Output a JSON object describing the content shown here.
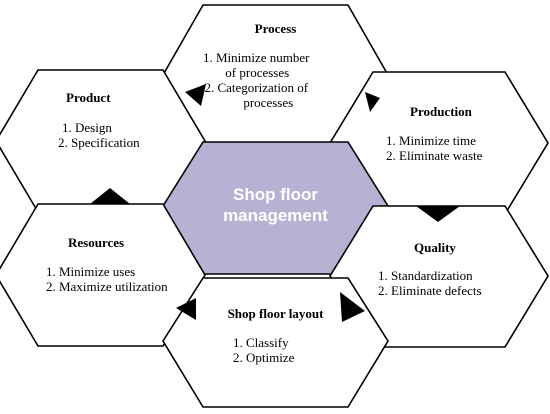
{
  "diagram": {
    "center": {
      "title_line1": "Shop floor",
      "title_line2": "management",
      "fill": "#b7b2d4"
    },
    "hex_fill": "#ffffff",
    "stroke": "#000000",
    "hexes": [
      {
        "id": "process",
        "title": "Process",
        "items": [
          "1. Minimize number",
          "of processes",
          "2. Categorization of",
          "processes"
        ]
      },
      {
        "id": "product",
        "title": "Product",
        "items": [
          "1. Design",
          "2. Specification"
        ]
      },
      {
        "id": "production",
        "title": "Production",
        "items": [
          "1. Minimize time",
          "2. Eliminate waste"
        ]
      },
      {
        "id": "resources",
        "title": "Resources",
        "items": [
          "1. Minimize uses",
          "2. Maximize utilization"
        ]
      },
      {
        "id": "quality",
        "title": "Quality",
        "items": [
          "1. Standardization",
          "2. Eliminate defects"
        ]
      },
      {
        "id": "layout",
        "title": "Shop floor layout",
        "items": [
          "1. Classify",
          "2. Optimize"
        ]
      }
    ]
  }
}
